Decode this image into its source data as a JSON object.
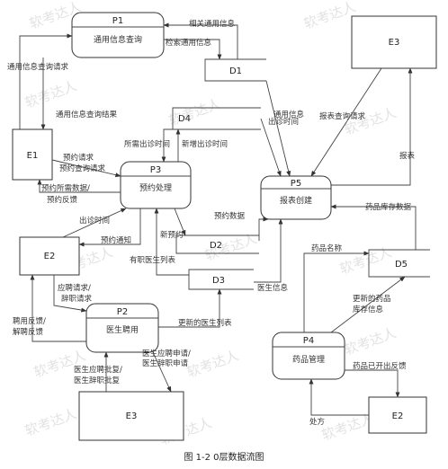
{
  "caption": "图 1-2   0层数据流图",
  "watermark": "软考达人",
  "processes": {
    "p1": {
      "id": "P1",
      "name": "通用信息查询"
    },
    "p2": {
      "id": "P2",
      "name": "医生聘用"
    },
    "p3": {
      "id": "P3",
      "name": "预约处理"
    },
    "p4": {
      "id": "P4",
      "name": "药品管理"
    },
    "p5": {
      "id": "P5",
      "name": "报表创建"
    }
  },
  "entities": {
    "e1": "E1",
    "e2a": "E2",
    "e2b": "E2",
    "e3a": "E3",
    "e3b": "E3"
  },
  "stores": {
    "d1": "D1",
    "d2": "D2",
    "d3": "D3",
    "d4": "D4",
    "d5": "D5"
  },
  "flows": {
    "f_d1_p1_a": "相关通用信息",
    "f_p1_d1": "检索通用信息",
    "f_e1_p1": "通用信息查询请求",
    "f_p1_e1": "通用信息查询结果",
    "f_d1_p5": "通用信息",
    "f_e3_p5": "报表查询请求",
    "f_p5_e3": "报表",
    "f_d4_p3": "所需出诊时间",
    "f_p3_d4": "新增出诊时间",
    "f_d4_p5": "出诊时间",
    "f_e1_p3_a": "预约请求",
    "f_e1_p3_b": "预约查询请求",
    "f_p3_e1_a": "预约所需数据/",
    "f_p3_e1_b": "预约反馈",
    "f_e2_p3": "出诊时间",
    "f_p3_e2": "预约通知",
    "f_p3_d2": "新预约",
    "f_d2_p5": "预约数据",
    "f_d3_p3": "有职医生列表",
    "f_d3_p5": "医生信息",
    "f_e2_p2_a": "应聘请求/",
    "f_e2_p2_b": "辞职请求",
    "f_p2_e2_a": "聘用反馈/",
    "f_p2_e2_b": "解聘反馈",
    "f_p2_d3": "更新的医生列表",
    "f_p2_e3_a": "医生应聘申请/",
    "f_p2_e3_b": "医生辞职申请",
    "f_e3_p2_a": "医生应聘批复/",
    "f_e3_p2_b": "医生辞职批复",
    "f_d5_p5": "药品库存数据",
    "f_p4_d5_name": "药品名称",
    "f_p4_d5_a": "更新的药品",
    "f_p4_d5_b": "库存信息",
    "f_p4_e2": "药品已开出反馈",
    "f_e2_p4": "处方"
  }
}
